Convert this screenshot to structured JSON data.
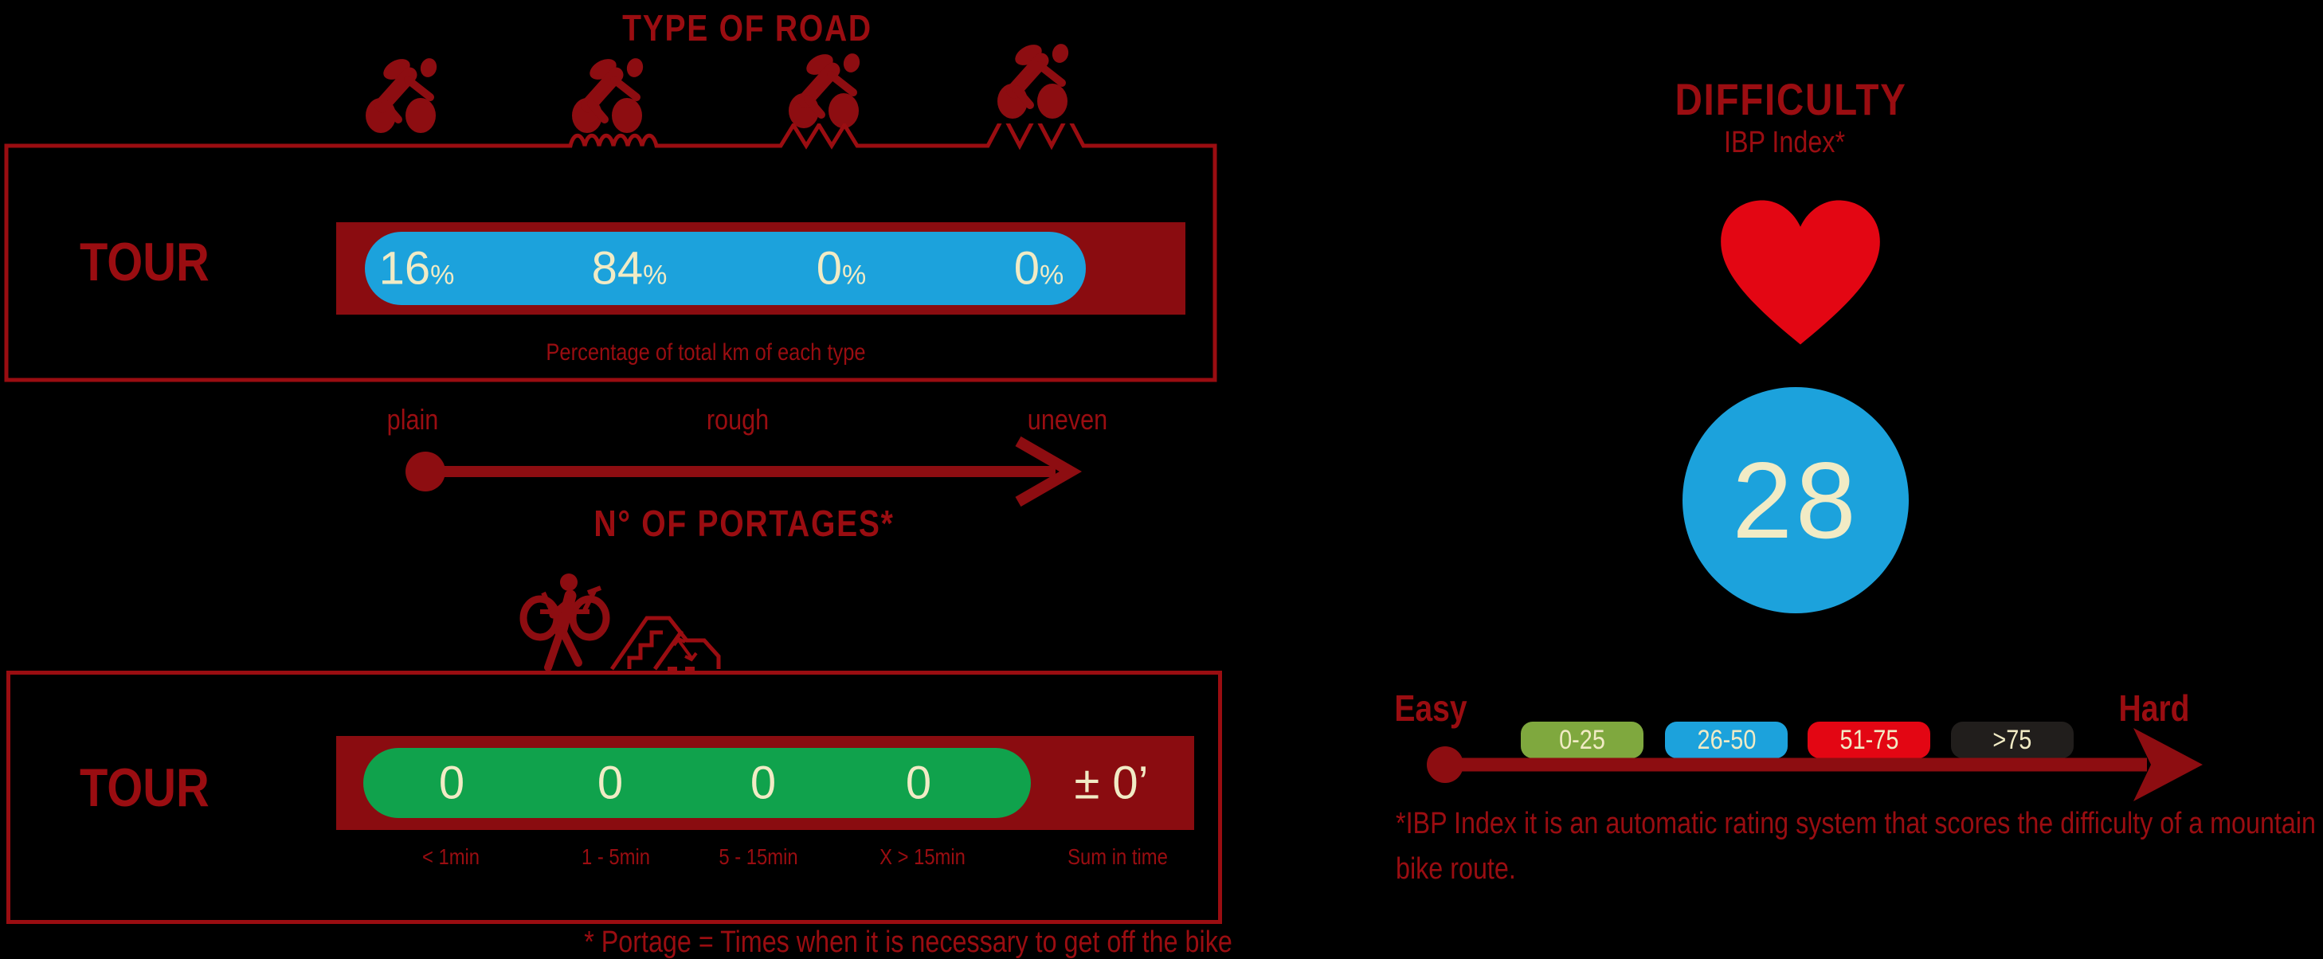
{
  "type_of_road": {
    "title": "TYPE OF ROAD",
    "row_label": "TOUR",
    "caption": "Percentage of total km of each type",
    "segments": [
      {
        "value": "16",
        "unit": "%",
        "surface": "plain"
      },
      {
        "value": "84",
        "unit": "%",
        "surface": "rough"
      },
      {
        "value": "0",
        "unit": "%",
        "surface": "uneven"
      },
      {
        "value": "0",
        "unit": "%",
        "surface": "very-uneven"
      }
    ],
    "surface_scale": {
      "start": "plain",
      "middle": "rough",
      "end": "uneven"
    }
  },
  "portages": {
    "title": "N° OF PORTAGES*",
    "row_label": "TOUR",
    "counts": [
      "0",
      "0",
      "0",
      "0"
    ],
    "sum_value": "± 0’",
    "bucket_labels": [
      "< 1min",
      "1 - 5min",
      "5 - 15min",
      "X > 15min",
      "Sum in time"
    ],
    "footnote": "* Portage = Times when it is necessary to get off the bike"
  },
  "difficulty": {
    "title": "DIFFICULTY",
    "subtitle": "IBP Index*",
    "score": "28",
    "scale_start": "Easy",
    "scale_end": "Hard",
    "ranges": [
      {
        "label": "0-25",
        "color": "#7fa83e"
      },
      {
        "label": "26-50",
        "color": "#1ca2dc"
      },
      {
        "label": "51-75",
        "color": "#e30613"
      },
      {
        "label": ">75",
        "color": "#211e1c"
      }
    ],
    "footnote": "*IBP Index it is an automatic rating system that scores the difficulty of a mountain bike route."
  },
  "icons": [
    "cyclist-icon",
    "portage-icon",
    "heart-icon",
    "dot-arrow",
    "chevron-arrow"
  ],
  "colors": {
    "background": "#000000",
    "maroon_fill": "#8a0c10",
    "maroon_text": "#9a0d11",
    "bright_red": "#e30613",
    "blue": "#1ca2dc",
    "green": "#10a24c",
    "olive": "#7fa83e",
    "dark_chip": "#211e1c",
    "cream": "#f1ebc5"
  },
  "chart_data": {
    "type": "bar",
    "title": "TYPE OF ROAD / N° OF PORTAGES / DIFFICULTY (IBP Index)",
    "series": [
      {
        "name": "Type of road % of total km",
        "categories": [
          "plain",
          "rough",
          "uneven",
          "very uneven"
        ],
        "values": [
          16,
          84,
          0,
          0
        ]
      },
      {
        "name": "N° of portages",
        "categories": [
          "< 1min",
          "1 - 5min",
          "5 - 15min",
          "X > 15min"
        ],
        "values": [
          0,
          0,
          0,
          0
        ],
        "sum_in_time": "± 0’"
      },
      {
        "name": "IBP difficulty index",
        "value": 28,
        "scale": [
          "0-25",
          "26-50",
          "51-75",
          ">75"
        ]
      }
    ]
  }
}
